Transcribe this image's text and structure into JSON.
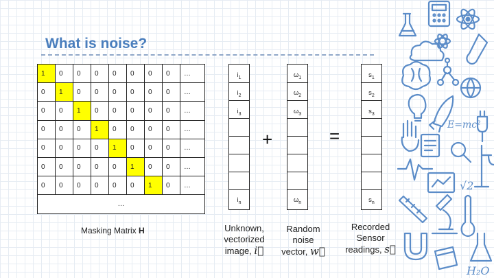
{
  "title": "What is noise?",
  "matrix": {
    "rows": [
      [
        "1",
        "0",
        "0",
        "0",
        "0",
        "0",
        "0",
        "0",
        "…"
      ],
      [
        "0",
        "1",
        "0",
        "0",
        "0",
        "0",
        "0",
        "0",
        "…"
      ],
      [
        "0",
        "0",
        "1",
        "0",
        "0",
        "0",
        "0",
        "0",
        "…"
      ],
      [
        "0",
        "0",
        "0",
        "1",
        "0",
        "0",
        "0",
        "0",
        "…"
      ],
      [
        "0",
        "0",
        "0",
        "0",
        "1",
        "0",
        "0",
        "0",
        "…"
      ],
      [
        "0",
        "0",
        "0",
        "0",
        "0",
        "1",
        "0",
        "0",
        "…"
      ],
      [
        "0",
        "0",
        "0",
        "0",
        "0",
        "0",
        "1",
        "0",
        "…"
      ]
    ],
    "ellipsis": "…",
    "caption_prefix": "Masking Matrix",
    "caption_symbol": "H"
  },
  "vectors": {
    "i": {
      "base": "i",
      "subs": [
        "1",
        "2",
        "3",
        "n"
      ]
    },
    "w": {
      "base": "ω",
      "subs": [
        "1",
        "2",
        "3",
        "n"
      ]
    },
    "s": {
      "base": "s",
      "subs": [
        "1",
        "2",
        "3",
        "n"
      ]
    }
  },
  "operators": {
    "plus": "+",
    "equals": "="
  },
  "captions": {
    "i": {
      "line1": "Unknown,",
      "line2": "vectorized",
      "line3": "image,",
      "symbol": "i"
    },
    "w": {
      "line1": "Random",
      "line2": "noise",
      "line3": "vector,",
      "symbol": "w"
    },
    "s": {
      "line1": "Recorded",
      "line2": "Sensor",
      "line3": "readings,",
      "symbol": "s"
    }
  },
  "colors": {
    "title": "#4a7ebd",
    "highlight": "#ffff00",
    "doodle": "#5b8cc8"
  },
  "decor": {
    "doodle_text_1": "E=mc²",
    "doodle_text_2": "√2",
    "doodle_text_3": "H₂O"
  }
}
